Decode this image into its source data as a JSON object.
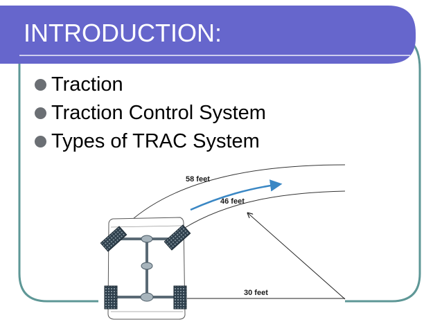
{
  "slide": {
    "title": "INTRODUCTION:",
    "bullets": [
      "Traction",
      "Traction Control System",
      "Types of TRAC System"
    ]
  },
  "diagram": {
    "label_outer": "58 feet",
    "label_inner": "46 feet",
    "label_base": "30 feet"
  },
  "colors": {
    "title_bar": "#6666cc",
    "frame": "#5e9796",
    "bullet": "#6b6f74",
    "arrow": "#3a87c4"
  }
}
